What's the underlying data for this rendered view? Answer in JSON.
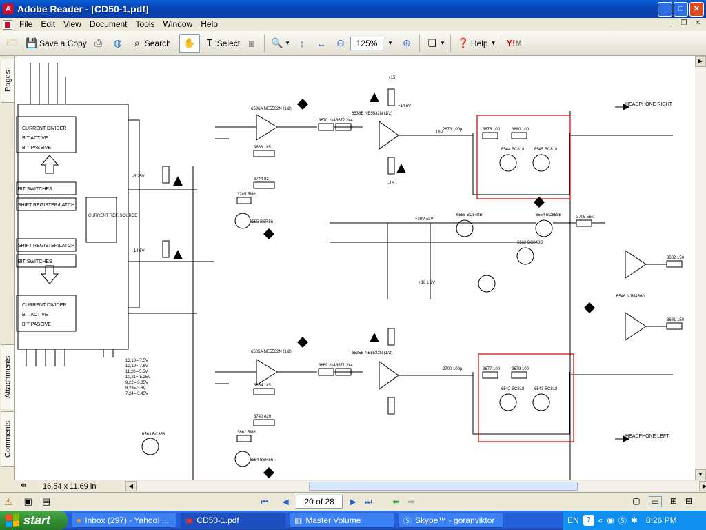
{
  "window": {
    "title": "Adobe Reader - [CD50-1.pdf]",
    "minimize": "_",
    "maximize": "□",
    "close": "✕"
  },
  "menu": [
    "File",
    "Edit",
    "View",
    "Document",
    "Tools",
    "Window",
    "Help"
  ],
  "toolbar": {
    "save_copy": "Save a Copy",
    "search": "Search",
    "select": "Select",
    "zoom": "125%",
    "help": "Help"
  },
  "panels": {
    "pages": "Pages",
    "attachments": "Attachments",
    "comments": "Comments"
  },
  "status": {
    "page_size": "16.54 x 11.69 in",
    "page_indicator": "20 of 28"
  },
  "taskbar": {
    "start": "start",
    "tasks": [
      "Inbox (297) - Yahoo! ...",
      "CD50-1.pdf",
      "Master Volume",
      "Skype™ - goranviktor"
    ],
    "language": "EN",
    "clock": "8:26 PM"
  },
  "schematic": {
    "headphone_right": "HEADPHONE RIGHT",
    "headphone_left": "HEADPHONE LEFT",
    "blocks": [
      "CURRENT DIVIDER",
      "BIT ACTIVE",
      "BIT PASSIVE",
      "BIT SWITCHES",
      "SHIFT REGISTER/LATCH",
      "CURRENT REF. SOURCE"
    ],
    "opamps": [
      "6536A NE5532N (1/2)",
      "6536B NE5532N (1/2)",
      "6535A NE5532N (1/2)",
      "6535B NE5532N (1/2)",
      "6546 NJM4560"
    ],
    "transistors": [
      "6544 BC818",
      "6545 BC818",
      "6542 BC818",
      "6543 BC818",
      "6558 BC548B",
      "6554 BC858B",
      "6562 BC848B",
      "6565 BSR56",
      "6564 BSR56",
      "6563 BC858"
    ],
    "parts_misc": [
      "3670 2k4",
      "3672 2k4",
      "3669 2k4",
      "3671 2k4",
      "3678 100",
      "3680 100",
      "3677 100",
      "3679 100",
      "3705 56k",
      "3682 150",
      "3681 150",
      "2673 100µ",
      "2700 100µ",
      "3744 82",
      "3740 820",
      "3745 5M6",
      "3661 5M6",
      "3666 1k5",
      "3664 1k5"
    ],
    "voltages": [
      "+15",
      "-15",
      "+14.6V",
      "16V",
      "-5.25V",
      "-14.5V",
      "+20V ±3V",
      "+16 ± 2V",
      "13,18=-7.5V",
      "12,19=-7.6V",
      "11,20=-5.5V",
      "10,21=-5.25V",
      "9,22=-3.85V",
      "8,23=-3.8V",
      "7,24=-3.45V"
    ]
  }
}
